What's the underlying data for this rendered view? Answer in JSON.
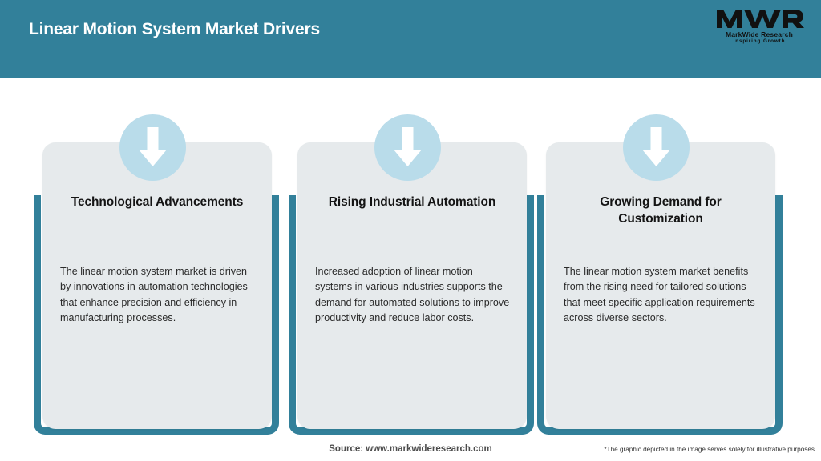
{
  "header": {
    "title": "Linear Motion System Market Drivers",
    "bar_color": "#32809a"
  },
  "logo": {
    "mark": "MWR",
    "name": "MarkWide Research",
    "tagline": "Inspiring Growth"
  },
  "cards": [
    {
      "icon": "down-arrow-icon",
      "title": "Technological Advancements",
      "body": "The linear motion system market is driven by innovations in automation technologies that enhance precision and efficiency in manufacturing processes."
    },
    {
      "icon": "down-arrow-icon",
      "title": "Rising Industrial Automation",
      "body": "Increased adoption of linear motion systems in various industries supports the demand for automated solutions to improve productivity and reduce labor costs."
    },
    {
      "icon": "down-arrow-icon",
      "title": "Growing Demand for Customization",
      "body": "The linear motion system market benefits from the rising need for tailored solutions that meet specific application requirements across diverse sectors."
    }
  ],
  "footer": {
    "source": "Source: www.markwideresearch.com",
    "disclaimer": "*The graphic depicted in the image serves solely for illustrative purposes"
  },
  "colors": {
    "teal": "#32809a",
    "card_bg": "#e6eaec",
    "badge_bg": "#b9dcea",
    "page_bg": "#ffffff"
  }
}
